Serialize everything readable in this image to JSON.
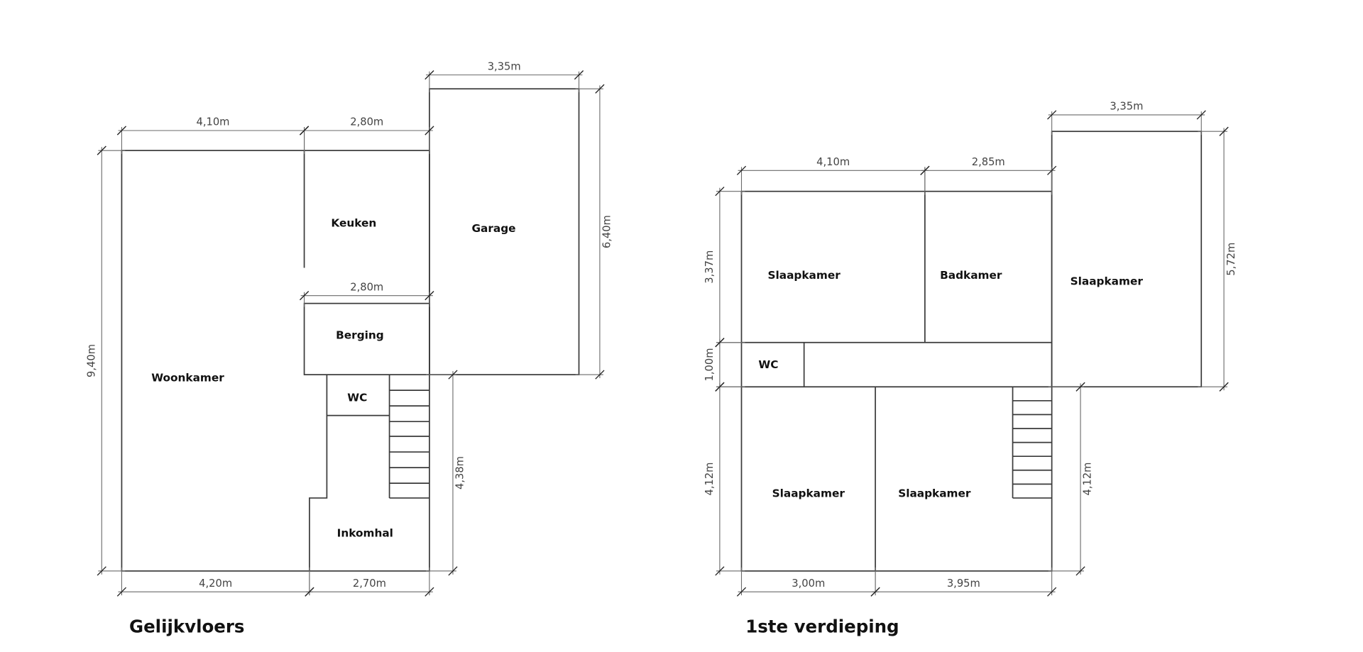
{
  "ground_floor": {
    "title": "Gelijkvloers",
    "rooms": {
      "woonkamer": "Woonkamer",
      "keuken": "Keuken",
      "garage": "Garage",
      "berging": "Berging",
      "wc": "WC",
      "inkomhal": "Inkomhal"
    },
    "dimensions": {
      "top_left": "4,10m",
      "top_mid": "2,80m",
      "garage_width": "3,35m",
      "berging_width": "2,80m",
      "garage_depth": "6,40m",
      "total_depth": "9,40m",
      "hall_depth": "4,38m",
      "bottom_left": "4,20m",
      "bottom_right": "2,70m"
    }
  },
  "first_floor": {
    "title": "1ste verdieping",
    "rooms": {
      "slaapkamer_1": "Slaapkamer",
      "badkamer": "Badkamer",
      "slaapkamer_2": "Slaapkamer",
      "wc": "WC",
      "slaapkamer_3": "Slaapkamer",
      "slaapkamer_4": "Slaapkamer"
    },
    "dimensions": {
      "top_left": "4,10m",
      "top_mid": "2,85m",
      "right_width": "3,35m",
      "left_upper": "3,37m",
      "left_mid": "1,00m",
      "left_lower": "4,12m",
      "right_depth": "5,72m",
      "stair_depth": "4,12m",
      "bottom_left": "3,00m",
      "bottom_right": "3,95m"
    }
  }
}
